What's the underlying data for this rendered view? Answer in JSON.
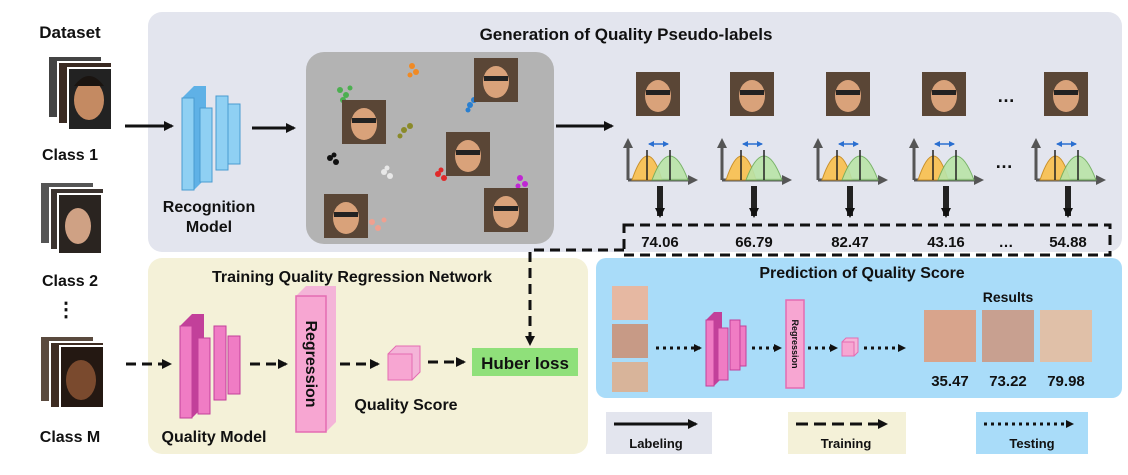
{
  "dataset": {
    "title": "Dataset",
    "classes": [
      "Class 1",
      "Class 2",
      "Class M"
    ],
    "ellipsis": "⋮"
  },
  "generation": {
    "title": "Generation of Quality Pseudo-labels",
    "recognition_label_1": "Recognition",
    "recognition_label_2": "Model",
    "scores": [
      "74.06",
      "66.79",
      "82.47",
      "43.16",
      "…",
      "54.88"
    ],
    "faces_ellipsis": "…",
    "dist_ellipsis": "…"
  },
  "training": {
    "title": "Training Quality Regression Network",
    "regression_label": "Regression",
    "quality_score_label": "Quality Score",
    "huber_loss": "Huber loss",
    "quality_model_label": "Quality Model"
  },
  "prediction": {
    "title": "Prediction of Quality Score",
    "results_label": "Results",
    "regression_label": "Regression",
    "results": [
      "35.47",
      "73.22",
      "79.98"
    ]
  },
  "legend": {
    "labeling": "Labeling",
    "training": "Training",
    "testing": "Testing"
  },
  "colors": {
    "generation_bg": "#e3e5ee",
    "training_bg": "#f4f1d8",
    "prediction_bg": "#a9dcf9",
    "cluster_bg": "#b3b3b3",
    "huber_bg": "#8fe07a",
    "model_blue": "#8fd0f3",
    "model_pink": "#f07cc4",
    "dist_orange": "#f7c35c",
    "dist_green": "#b9e4a8"
  }
}
